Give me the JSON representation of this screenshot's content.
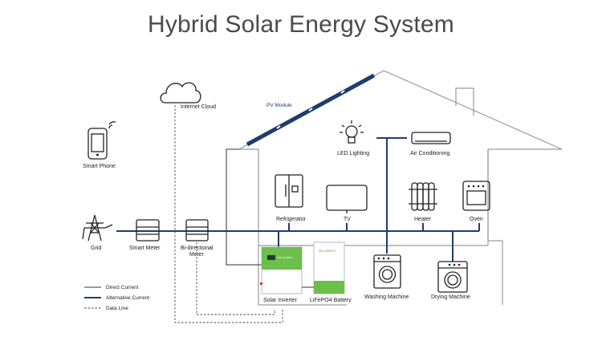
{
  "title": "Hybrid Solar Energy System",
  "labels": {
    "internet_cloud": "Internet Cloud",
    "pv_module": "PV Module",
    "smart_phone": "Smart Phone",
    "led_lighting": "LED Lighting",
    "air_conditioning": "Air Conditioning",
    "refrigerator": "Refrigerator",
    "tv": "TV",
    "heater": "Heater",
    "oven": "Oven",
    "grid": "Grid",
    "smart_meter": "Smart Meter",
    "bidirectional_meter_1": "Bi-directional",
    "bidirectional_meter_2": "Meter",
    "solar_inverter": "Solar Inverter",
    "battery": "LiFePO4 Battery",
    "battery_brand": "SRL ENERGY",
    "inverter_brand": "SRL ENERGY",
    "washing_machine": "Washing Machine",
    "drying_machine": "Drying Machine"
  },
  "legend": {
    "direct_current": "Direct Current",
    "alternative_current": "Alternative Current",
    "data_line": "Data Line"
  },
  "colors": {
    "title": "#4a4a4a",
    "ac_line": "#1e3d6e",
    "pv_label": "#1e3d6e",
    "house_outline": "#9a9a9a",
    "inverter_green": "#6cbf4a",
    "battery_green": "#6cbf4a"
  }
}
